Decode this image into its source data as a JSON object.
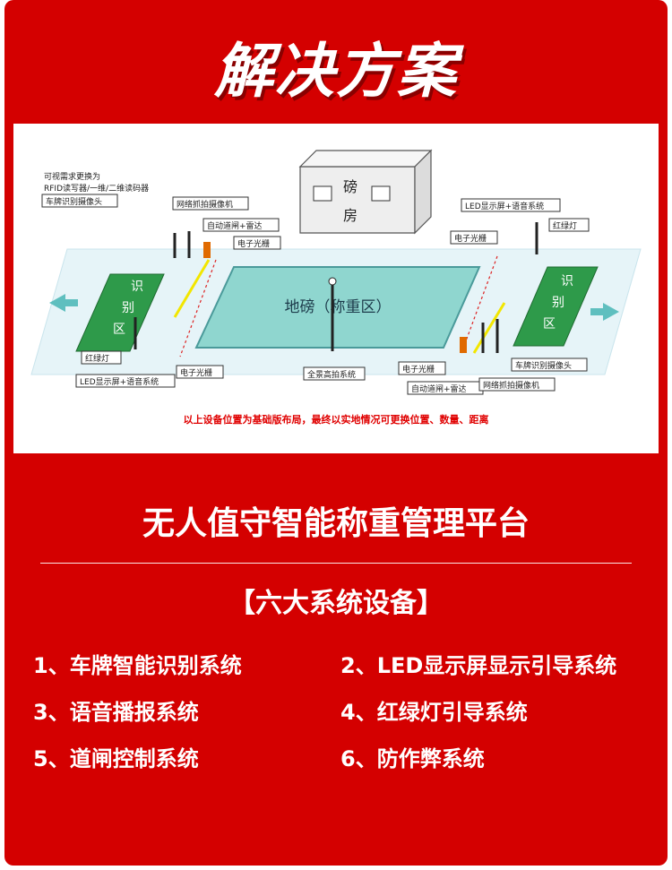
{
  "header": {
    "title": "解决方案"
  },
  "diagram": {
    "booth_line1": "磅",
    "booth_line2": "房",
    "scale_label": "地磅（称重区）",
    "left_zone": [
      "识",
      "别",
      "区"
    ],
    "right_zone": [
      "识",
      "别",
      "区"
    ],
    "labels": {
      "note_line1": "可视需求更换为",
      "note_line2": "RFID读写器/一维/二维读码器",
      "plate_cam_left": "车牌识别摄像头",
      "net_cam_left": "网络抓拍摄像机",
      "barrier_radar_left": "自动道闸+雷达",
      "light_curtain_left_top": "电子光栅",
      "led_voice_right": "LED显示屏+语音系统",
      "light_curtain_right_top": "电子光栅",
      "traffic_light_right": "红绿灯",
      "traffic_light_left": "红绿灯",
      "led_voice_left": "LED显示屏+语音系统",
      "light_curtain_left_bottom": "电子光栅",
      "panorama_cam": "全景高拍系统",
      "light_curtain_right_bottom": "电子光栅",
      "plate_cam_right": "车牌识别摄像头",
      "barrier_radar_right": "自动道闸+雷达",
      "net_cam_right": "网络抓拍摄像机"
    },
    "footnote": "以上设备位置为基础版布局，最终以实地情况可更换位置、数量、距离"
  },
  "platform_title": "无人值守智能称重管理平台",
  "systems_heading": "【六大系统设备】",
  "systems": [
    "1、车牌智能识别系统",
    "2、LED显示屏显示引导系统",
    "3、语音播报系统",
    "4、红绿灯引导系统",
    "5、道闸控制系统",
    "6、防作弊系统"
  ],
  "colors": {
    "background": "#d40000",
    "text": "#ffffff",
    "scale_area": "#8fd6cf",
    "id_zone": "#2e9a4a",
    "arrow": "#5fbfbf",
    "footnote": "#e00000"
  }
}
